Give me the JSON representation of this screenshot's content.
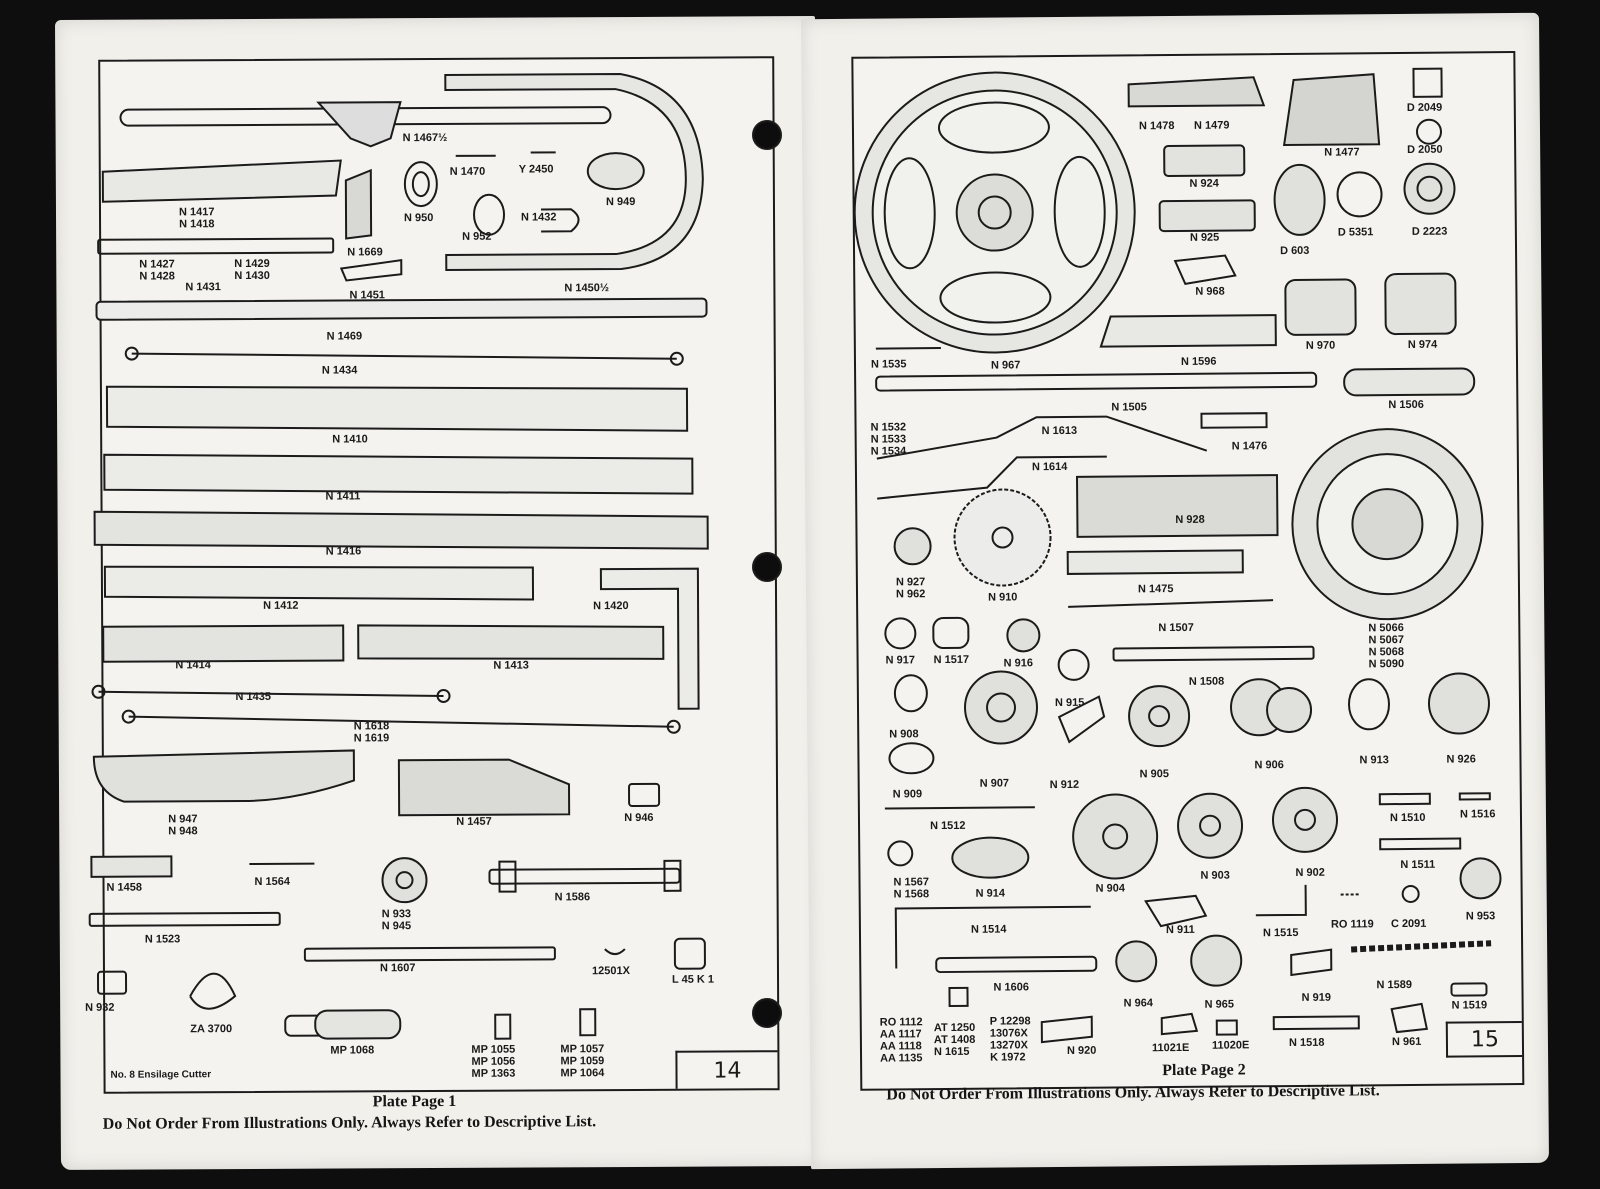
{
  "left_page": {
    "parts": [
      "N 1467½",
      "N 1417\nN 1418",
      "N 1669",
      "N 950",
      "N 1470",
      "Y 2450",
      "N 952",
      "N 1432",
      "N 949",
      "N 1427\nN 1428",
      "N 1429\nN 1430",
      "N 1431",
      "N 1451",
      "N 1450½",
      "N 1469",
      "N 1434",
      "N 1410",
      "N 1411",
      "N 1416",
      "N 1412",
      "N 1420",
      "N 1414",
      "N 1413",
      "N 1435",
      "N 1618\nN 1619",
      "N 947\nN 948",
      "N 1457",
      "N 946",
      "N 1458",
      "N 1564",
      "N 933\nN 945",
      "N 1586",
      "N 1523",
      "N 1607",
      "12501X",
      "L 45 K 1",
      "N 932",
      "ZA 3700",
      "MP 1068",
      "MP 1055\nMP 1056\nMP 1363",
      "MP 1057\nMP 1059\nMP 1064"
    ],
    "footer_note": "No. 8 Ensilage Cutter",
    "page_number": "14",
    "plate_title": "Plate Page 1",
    "instruction": "Do Not Order From Illustrations Only.  Always Refer to Descriptive List."
  },
  "right_page": {
    "parts": [
      "N 1478",
      "N 1479",
      "N 1477",
      "D 2049",
      "D 2050",
      "N 924",
      "D 603",
      "D 5351",
      "D 2223",
      "N 925",
      "N 968",
      "N 970",
      "N 974",
      "N 1535",
      "N 967",
      "N 1596",
      "N 1505",
      "N 1506",
      "N 1532\nN 1533\nN 1534",
      "N 1613",
      "N 1476",
      "N 1614",
      "N 928",
      "N 927\nN 962",
      "N 910",
      "N 1475",
      "N 1507",
      "N 5066\nN 5067\nN 5068\nN 5090",
      "N 917",
      "N 1517",
      "N 916",
      "N 1508",
      "N 915",
      "N 908",
      "N 913",
      "N 926",
      "N 906",
      "N 909",
      "N 907",
      "N 912",
      "N 905",
      "N 1512",
      "N 1510",
      "N 1516",
      "N 1567\nN 1568",
      "N 914",
      "N 904",
      "N 903",
      "N 902",
      "N 1511",
      "N 1514",
      "N 911",
      "N 1515",
      "RO 1119",
      "C 2091",
      "N 953",
      "N 1606",
      "N 964",
      "N 965",
      "N 919",
      "N 1589",
      "N 1519",
      "RO 1112\nAA 1117\nAA 1118\nAA 1135",
      "AT 1250\nAT 1408\nN 1615",
      "P 12298\n13076X\n13270X\nK 1972",
      "N 920",
      "11021E",
      "11020E",
      "N 1518",
      "N 961"
    ],
    "page_number": "15",
    "plate_title": "Plate Page 2",
    "instruction": "Do Not Order From Illustrations Only.  Always Refer to Descriptive List."
  }
}
